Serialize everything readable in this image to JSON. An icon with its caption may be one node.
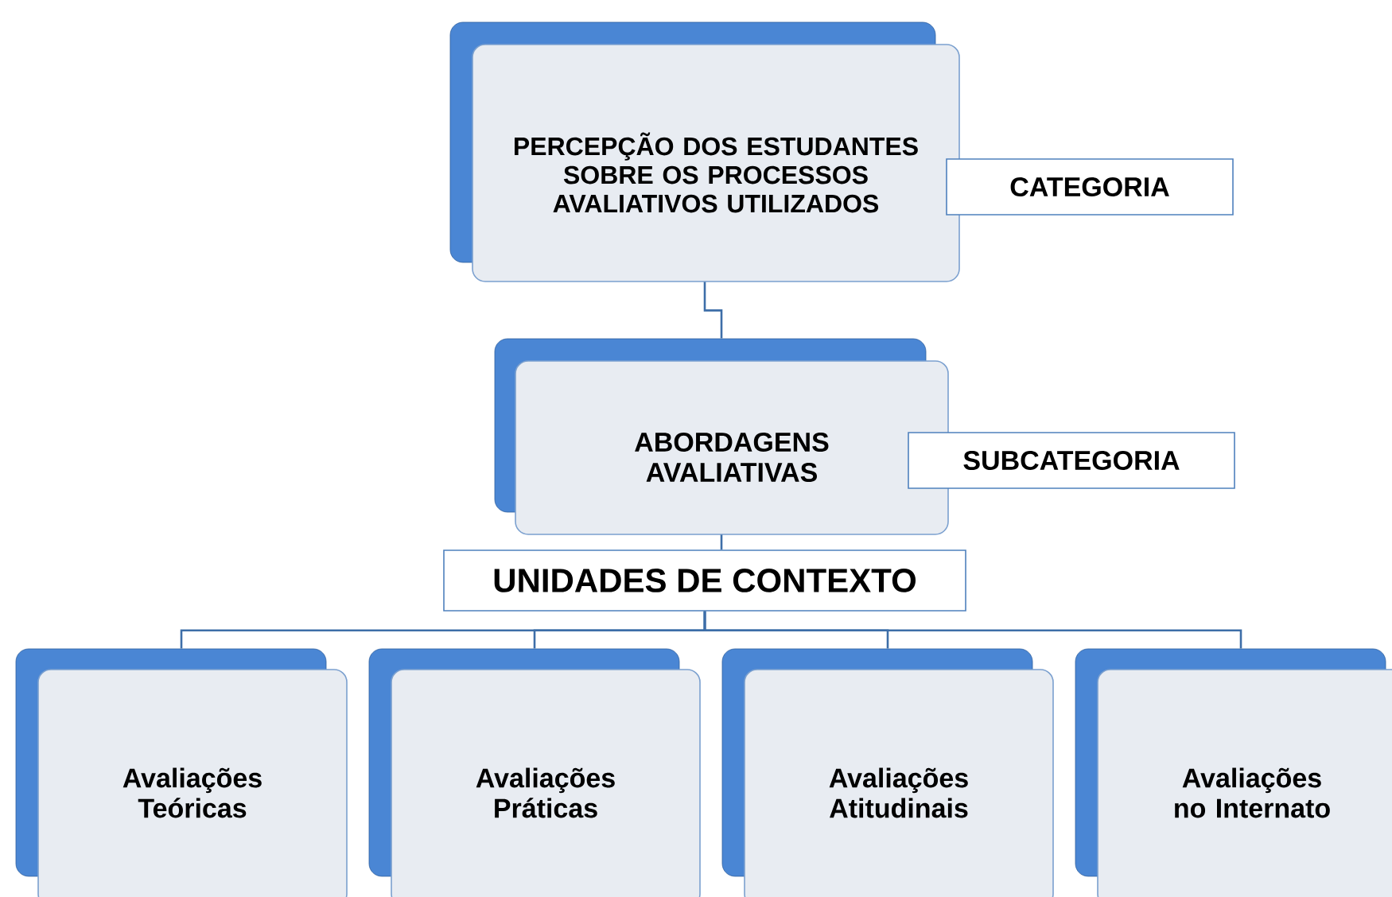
{
  "diagram": {
    "nodes": [
      {
        "text": [
          "PERCEPÇÃO DOS ESTUDANTES SOBRE OS PROCESSOS AVALIATIVOS UTILIZADOS"
        ]
      },
      {
        "text": [
          "CATEGORIA"
        ]
      },
      {
        "text": [
          "ABORDAGENS AVALIATIVAS"
        ]
      },
      {
        "text": [
          "SUBCATEGORIA"
        ]
      },
      {
        "text": [
          "UNIDADES DE CONTEXTO"
        ]
      },
      {
        "text": [
          "Avaliações Teóricas"
        ]
      },
      {
        "text": [
          "Avaliações Práticas"
        ]
      },
      {
        "text": [
          "Avaliações Atitudinais"
        ]
      },
      {
        "text": [
          "Avaliações no Internato"
        ]
      }
    ],
    "edges": [
      {
        "from": 0,
        "to": 2,
        "arrow": "none"
      },
      {
        "from": 2,
        "to": 4,
        "arrow": "none"
      },
      {
        "from": 4,
        "to": 5,
        "arrow": "none"
      },
      {
        "from": 4,
        "to": 6,
        "arrow": "none"
      },
      {
        "from": 4,
        "to": 7,
        "arrow": "none"
      },
      {
        "from": 4,
        "to": 8,
        "arrow": "none"
      }
    ]
  }
}
